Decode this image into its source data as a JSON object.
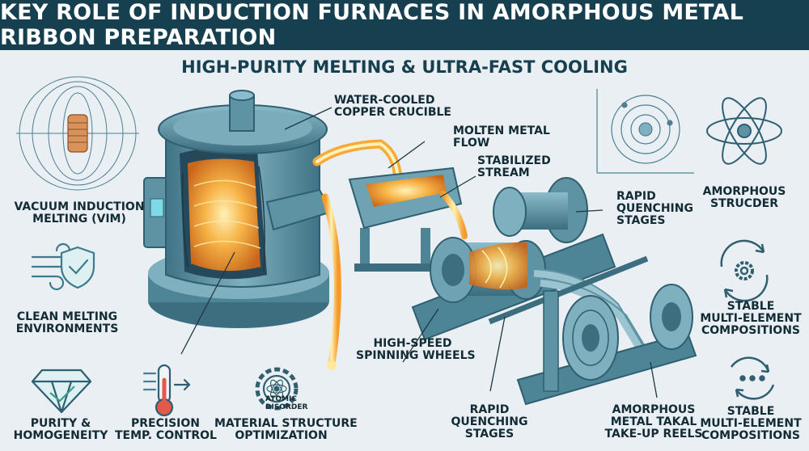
{
  "header": {
    "title": "KEY ROLE OF INDUCTION FURNACES IN AMORPHOUS METAL RIBBON PREPARATION",
    "subtitle": "HIGH-PURITY MELTING & ULTRA-FAST COOLING"
  },
  "left_panel": {
    "vim_label_1": "VACUUM INDUCTION",
    "vim_label_2": "MELTING (VIM)",
    "clean_label_1": "CLEAN MELTING",
    "clean_label_2": "ENVIRONMENTS"
  },
  "bottom_row": {
    "purity_1": "PURITY &",
    "purity_2": "HOMOGENEITY",
    "precision_1": "PRECISION",
    "precision_2": "TEMP. CONTROL",
    "material_1": "MATERIAL STRUCTURE",
    "material_2": "OPTIMIZATION",
    "atomic_1": "ATOMIC",
    "atomic_2": "DISORDER"
  },
  "callouts": {
    "crucible_1": "WATER-COOLED",
    "crucible_2": "COPPER CRUCIBLE",
    "molten_1": "MOLTEN METAL",
    "molten_2": "FLOW",
    "stream_1": "STABILIZED",
    "stream_2": "STREAM",
    "rapid_top_1": "RAPID",
    "rapid_top_2": "QUENCHING",
    "rapid_top_3": "STAGES",
    "wheels_1": "HIGH-SPEED",
    "wheels_2": "SPINNING WHEELS",
    "rapid_bottom_1": "RAPID",
    "rapid_bottom_2": "QUENCHING",
    "rapid_bottom_3": "STAGES",
    "reels_1": "AMORPHOUS",
    "reels_2": "METAL TAKAL",
    "reels_3": "TAKE-UP REELS"
  },
  "right_panel": {
    "amorphous_1": "AMORPHOUS",
    "amorphous_2": "STRUCDER",
    "stable_1": "STABLE",
    "stable_2": "MULTI-ELEMENT",
    "stable_3": "COMPOSITIONS",
    "stable_b1": "STABLE",
    "stable_b2": "MULTI-ELEMENT",
    "stable_b3": "COMPOSITIONS"
  },
  "icons": [
    "magnetic-field-icon",
    "wind-shield-icon",
    "diamond-icon",
    "thermometer-icon",
    "atom-gear-icon",
    "orbit-diagram-icon",
    "atom-icon",
    "gear-cycle-icon",
    "dots-cycle-icon"
  ],
  "colors": {
    "title_bg": "#163f4f",
    "steel": "#5f93a3",
    "steel_dark": "#2f5f70",
    "molten": "#f5a623",
    "glow": "#ffe08a",
    "line": "#2a5566"
  }
}
